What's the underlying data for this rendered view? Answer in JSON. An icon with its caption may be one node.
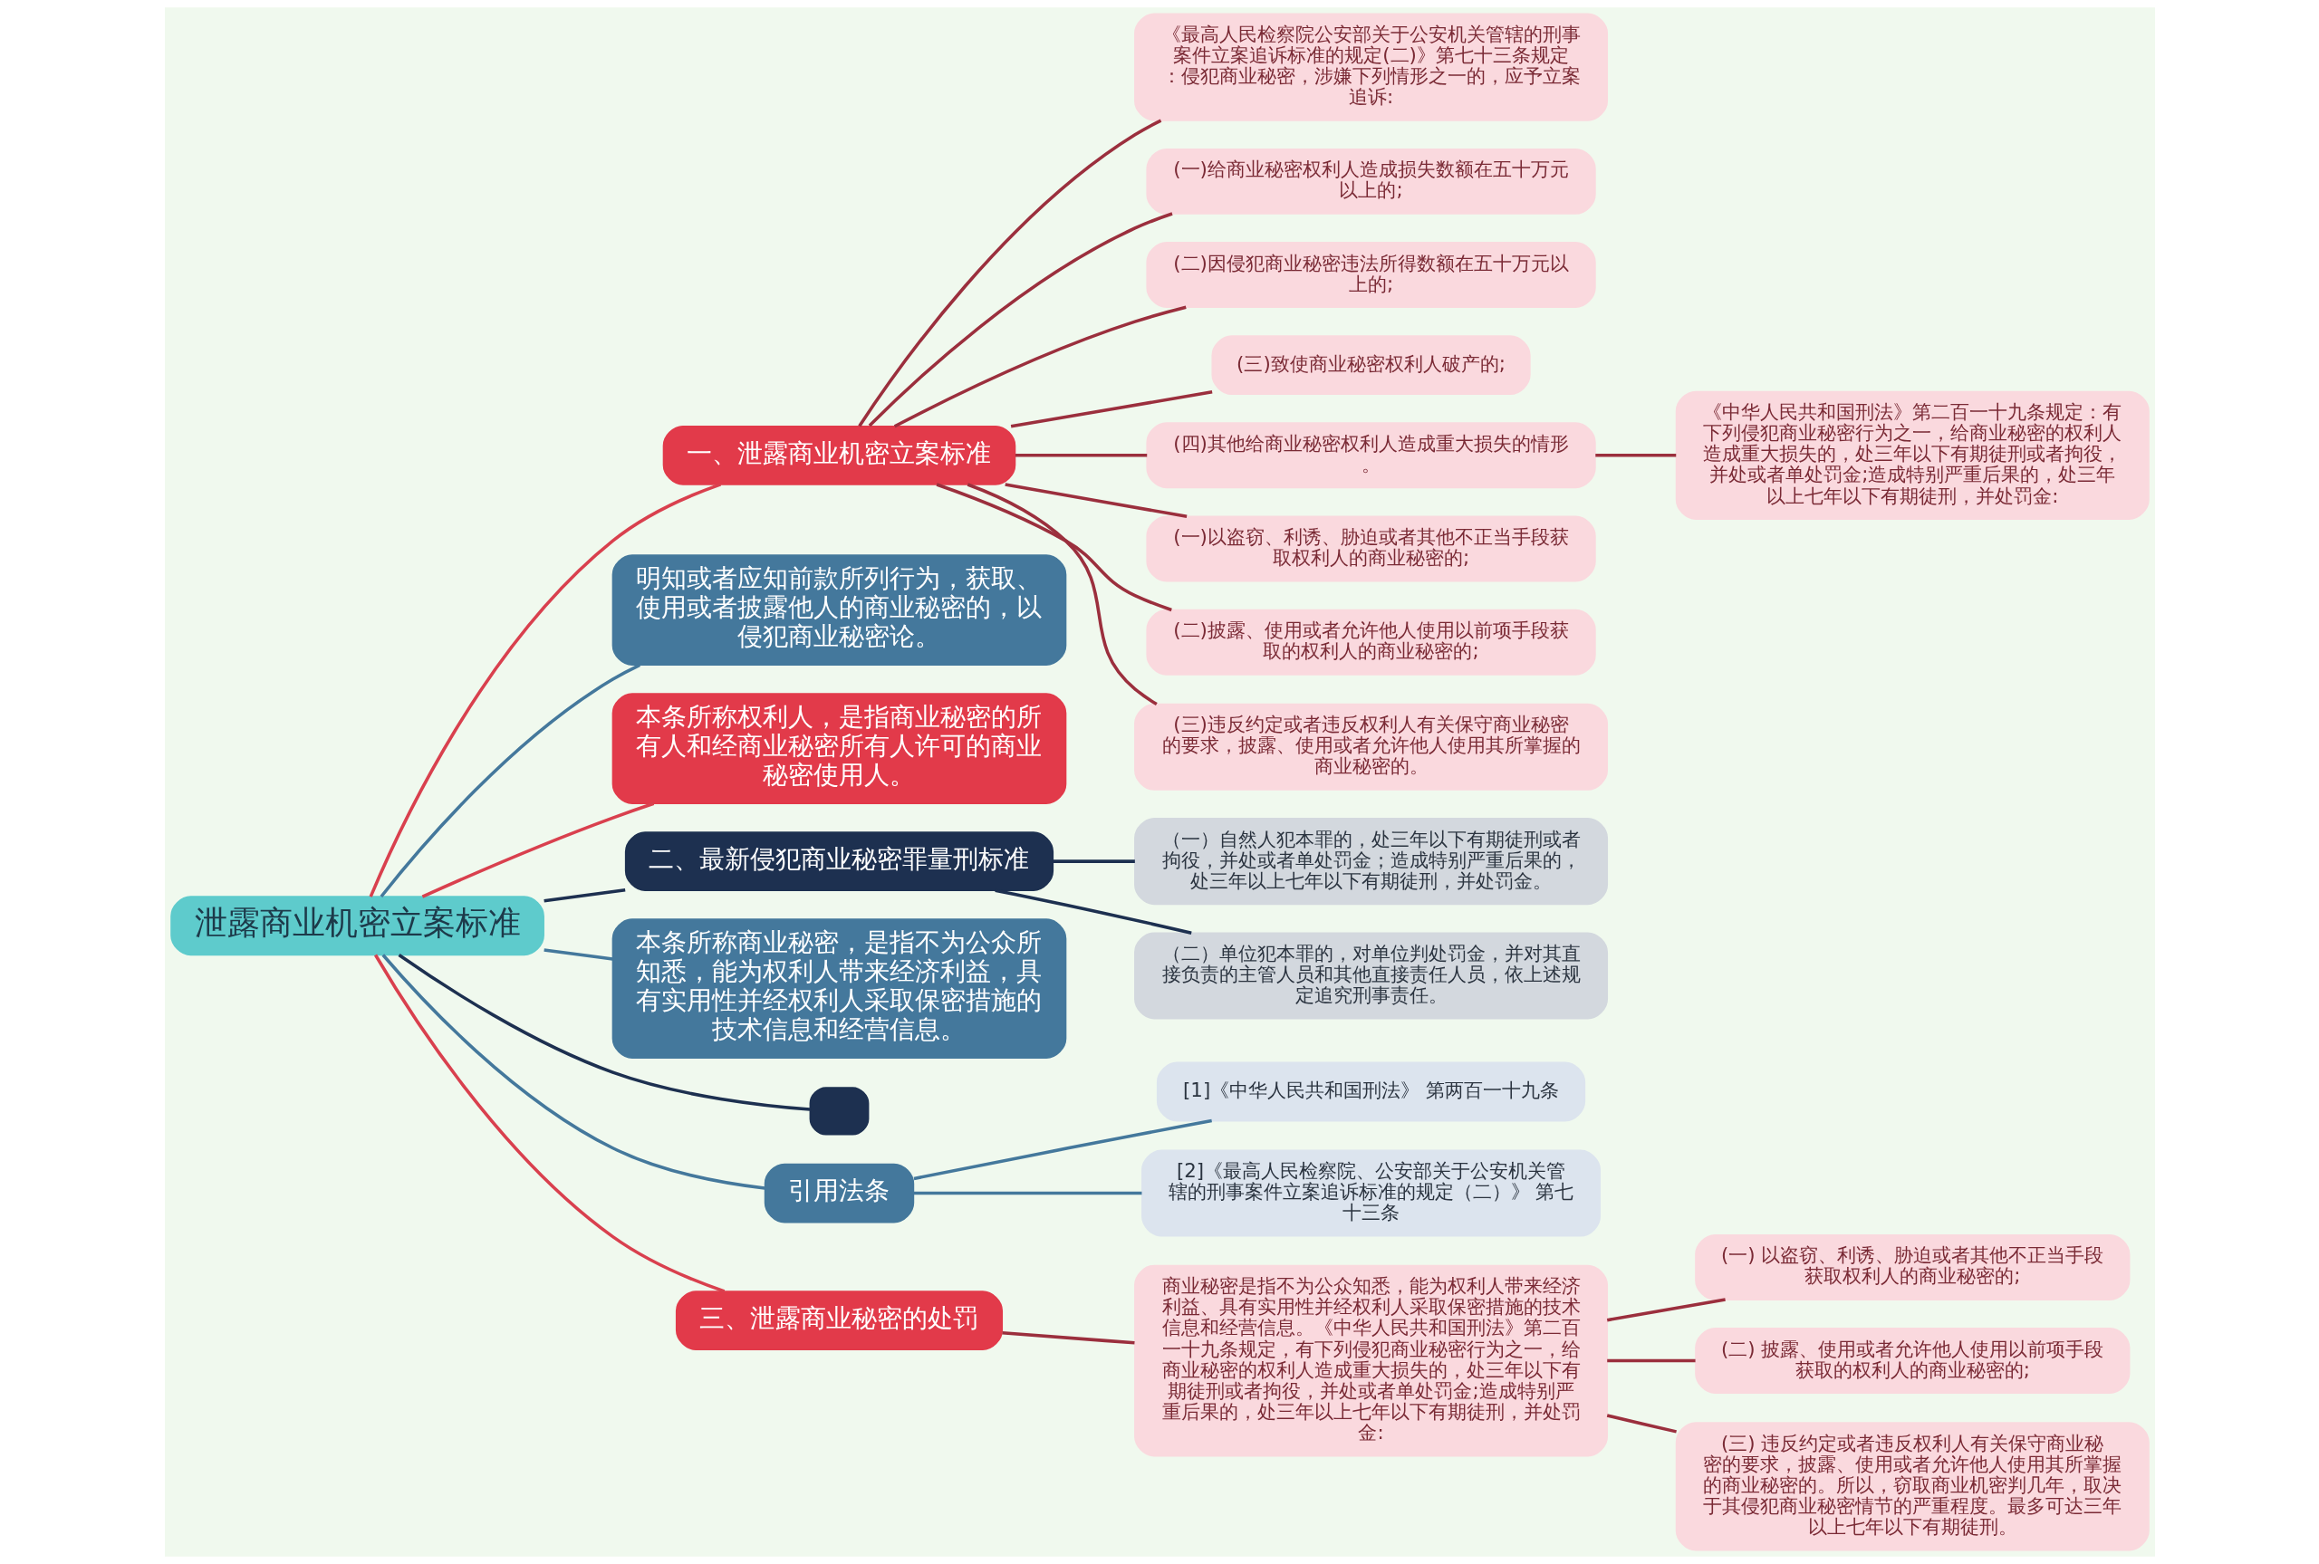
{
  "diagram": {
    "nodes": [
      {
        "text": [
          "泄露商业机密立案标准"
        ]
      },
      {
        "text": [
          "一、泄露商业机密立案标准"
        ]
      },
      {
        "text": [
          "《最高人民检察院公安部关于公安机关管辖的刑事案件立案追诉标准的规定(二)》第七十三条规定：侵犯商业秘密，涉嫌下列情形之一的，应予立案追诉:"
        ]
      },
      {
        "text": [
          "(一)给商业秘密权利人造成损失数额在五十万元以上的;"
        ]
      },
      {
        "text": [
          "(二)因侵犯商业秘密违法所得数额在五十万元以上的;"
        ]
      },
      {
        "text": [
          "(三)致使商业秘密权利人破产的;"
        ]
      },
      {
        "text": [
          "(四)其他给商业秘密权利人造成重大损失的情形。"
        ]
      },
      {
        "text": [
          "(一)以盗窃、利诱、胁迫或者其他不正当手段获取权利人的商业秘密的;"
        ]
      },
      {
        "text": [
          "(二)披露、使用或者允许他人使用以前项手段获取的权利人的商业秘密的;"
        ]
      },
      {
        "text": [
          "(三)违反约定或者违反权利人有关保守商业秘密的要求，披露、使用或者允许他人使用其所掌握的商业秘密的。"
        ]
      },
      {
        "text": [
          "《中华人民共和国刑法》第二百一十九条规定：有下列侵犯商业秘密行为之一，给商业秘密的权利人造成重大损失的，处三年以下有期徒刑或者拘役，并处或者单处罚金;造成特别严重后果的，处三年以上七年以下有期徒刑，并处罚金:"
        ]
      },
      {
        "text": [
          "明知或者应知前款所列行为，获取、使用或者披露他人的商业秘密的，以侵犯商业秘密论。"
        ]
      },
      {
        "text": [
          "本条所称权利人，是指商业秘密的所有人和经商业秘密所有人许可的商业秘密使用人。"
        ]
      },
      {
        "text": [
          "二、最新侵犯商业秘密罪量刑标准"
        ]
      },
      {
        "text": [
          "（一）自然人犯本罪的，处三年以下有期徒刑或者拘役，并处或者单处罚金；造成特别严重后果的，处三年以上七年以下有期徒刑，并处罚金。"
        ]
      },
      {
        "text": [
          "（二）单位犯本罪的，对单位判处罚金，并对其直接负责的主管人员和其他直接责任人员，依上述规定追究刑事责任。"
        ]
      },
      {
        "text": [
          "本条所称商业秘密，是指不为公众所知悉，能为权利人带来经济利益，具有实用性并经权利人采取保密措施的技术信息和经营信息。"
        ]
      },
      {
        "text": [],
        "shape": "box"
      },
      {
        "text": [
          "引用法条"
        ]
      },
      {
        "text": [
          "[1]《中华人民共和国刑法》 第两百一十九条"
        ]
      },
      {
        "text": [
          "[2]《最高人民检察院、公安部关于公安机关管辖的刑事案件立案追诉标准的规定（二）》 第七十三条"
        ]
      },
      {
        "text": [
          "三、泄露商业秘密的处罚"
        ]
      },
      {
        "text": [
          "商业秘密是指不为公众知悉，能为权利人带来经济利益、具有实用性并经权利人采取保密措施的技术信息和经营信息。《中华人民共和国刑法》第二百一十九条规定，有下列侵犯商业秘密行为之一，给商业秘密的权利人造成重大损失的，处三年以下有期徒刑或者拘役，并处或者单处罚金;造成特别严重后果的，处三年以上七年以下有期徒刑，并处罚金:"
        ]
      },
      {
        "text": [
          "(一) 以盗窃、利诱、胁迫或者其他不正当手段获取权利人的商业秘密的;"
        ]
      },
      {
        "text": [
          "(二) 披露、使用或者允许他人使用以前项手段获取的权利人的商业秘密的;"
        ]
      },
      {
        "text": [
          "(三) 违反约定或者违反权利人有关保守商业秘密的要求，披露、使用或者允许他人使用其所掌握的商业秘密的。所以，窃取商业机密判几年，取决于其侵犯商业秘密情节的严重程度。最多可达三年以上七年以下有期徒刑。"
        ]
      }
    ],
    "edges": [
      {
        "from": 0,
        "to": 1,
        "arrow": "none",
        "color": "#d9404e"
      },
      {
        "from": 1,
        "to": 2,
        "arrow": "none",
        "color": "#9b2f3d"
      },
      {
        "from": 1,
        "to": 3,
        "arrow": "none",
        "color": "#9b2f3d"
      },
      {
        "from": 1,
        "to": 4,
        "arrow": "none",
        "color": "#9b2f3d"
      },
      {
        "from": 1,
        "to": 5,
        "arrow": "none",
        "color": "#9b2f3d"
      },
      {
        "from": 1,
        "to": 6,
        "arrow": "none",
        "color": "#9b2f3d"
      },
      {
        "from": 1,
        "to": 7,
        "arrow": "none",
        "color": "#9b2f3d"
      },
      {
        "from": 1,
        "to": 8,
        "arrow": "none",
        "color": "#9b2f3d"
      },
      {
        "from": 1,
        "to": 9,
        "arrow": "none",
        "color": "#9b2f3d"
      },
      {
        "from": 6,
        "to": 10,
        "arrow": "none",
        "color": "#9b2f3d"
      },
      {
        "from": 0,
        "to": 11,
        "arrow": "none",
        "color": "#44789c"
      },
      {
        "from": 0,
        "to": 12,
        "arrow": "none",
        "color": "#d9404e"
      },
      {
        "from": 0,
        "to": 13,
        "arrow": "none",
        "color": "#1d3050"
      },
      {
        "from": 13,
        "to": 14,
        "arrow": "none",
        "color": "#1d3050"
      },
      {
        "from": 13,
        "to": 15,
        "arrow": "none",
        "color": "#1d3050"
      },
      {
        "from": 0,
        "to": 16,
        "arrow": "none",
        "color": "#44789c"
      },
      {
        "from": 0,
        "to": 17,
        "arrow": "none",
        "color": "#1d3050"
      },
      {
        "from": 0,
        "to": 18,
        "arrow": "none",
        "color": "#44789c"
      },
      {
        "from": 18,
        "to": 19,
        "arrow": "none",
        "color": "#44789c"
      },
      {
        "from": 18,
        "to": 20,
        "arrow": "none",
        "color": "#44789c"
      },
      {
        "from": 0,
        "to": 21,
        "arrow": "none",
        "color": "#d9404e"
      },
      {
        "from": 21,
        "to": 22,
        "arrow": "none",
        "color": "#9b2f3d"
      },
      {
        "from": 22,
        "to": 23,
        "arrow": "none",
        "color": "#9b2f3d"
      },
      {
        "from": 22,
        "to": 24,
        "arrow": "none",
        "color": "#9b2f3d"
      },
      {
        "from": 22,
        "to": 25,
        "arrow": "none",
        "color": "#9b2f3d"
      }
    ]
  }
}
